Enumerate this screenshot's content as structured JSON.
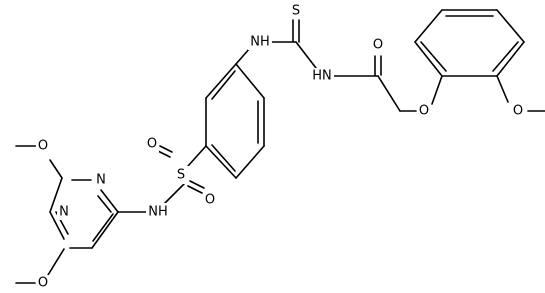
{
  "atom_labels": {
    "s_thio": "S",
    "nh_thiourea_left": "NH",
    "nh_thiourea_right": "HN",
    "o_carbonyl": "O",
    "o_ether": "O",
    "o_methoxy_phenyl": "O",
    "s_sulfonyl": "S",
    "o_sulfonyl_top": "O",
    "o_sulfonyl_bottom": "O",
    "nh_sulfonamide": "NH",
    "n_pyrimidine_upper": "N",
    "n_pyrimidine_lower": "N",
    "o_methoxy_upper": "O",
    "o_methoxy_lower": "O"
  },
  "colors": {
    "bond": "#000000",
    "text": "#000000",
    "background": "#ffffff"
  }
}
